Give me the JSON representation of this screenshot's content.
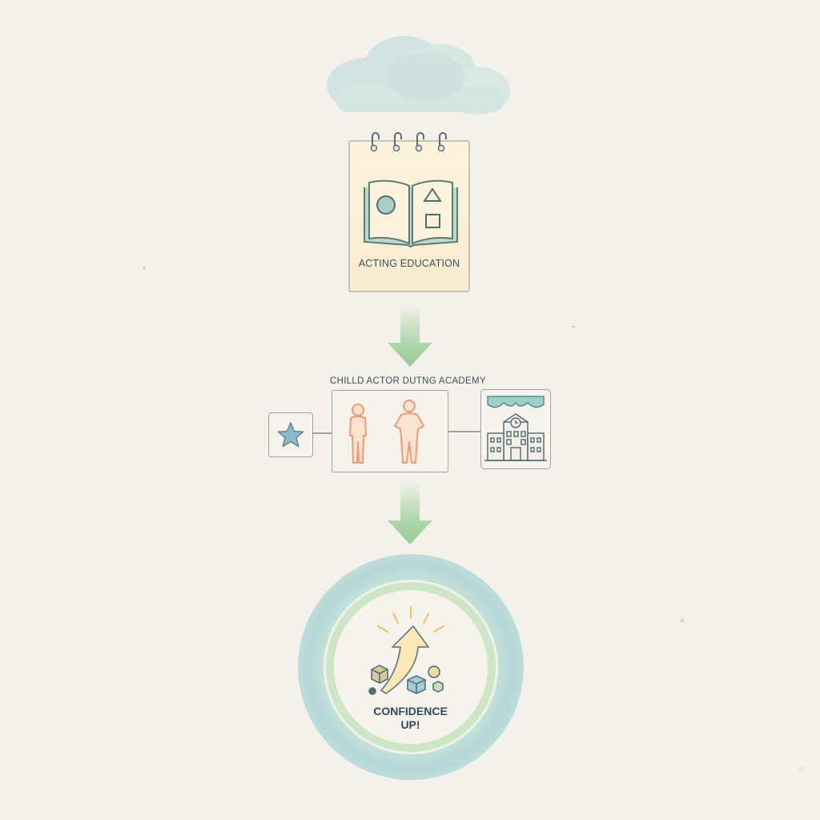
{
  "steps": {
    "education": {
      "label": "ACTING EDUCATION"
    },
    "academy": {
      "label": "CHILLD ACTOR DUTNG ACADEMY"
    },
    "result": {
      "line1": "CONFIDENCE",
      "line2": "UP!"
    }
  },
  "icons": [
    "cloud-icon",
    "open-book-icon",
    "star-icon",
    "child-actor-icon",
    "school-building-icon",
    "rising-arrow-icon"
  ],
  "colors": {
    "background": "#f4f1ea",
    "arrow_green": "#a9d3a6",
    "cloud_blue": "#b8d8dc",
    "notebook_fill": "#f8ecd0",
    "actor_orange": "#ef9a73",
    "star_blue": "#8fb9c9",
    "ring_outer": "#a8d0d2",
    "ring_inner": "#c9e4c2"
  }
}
